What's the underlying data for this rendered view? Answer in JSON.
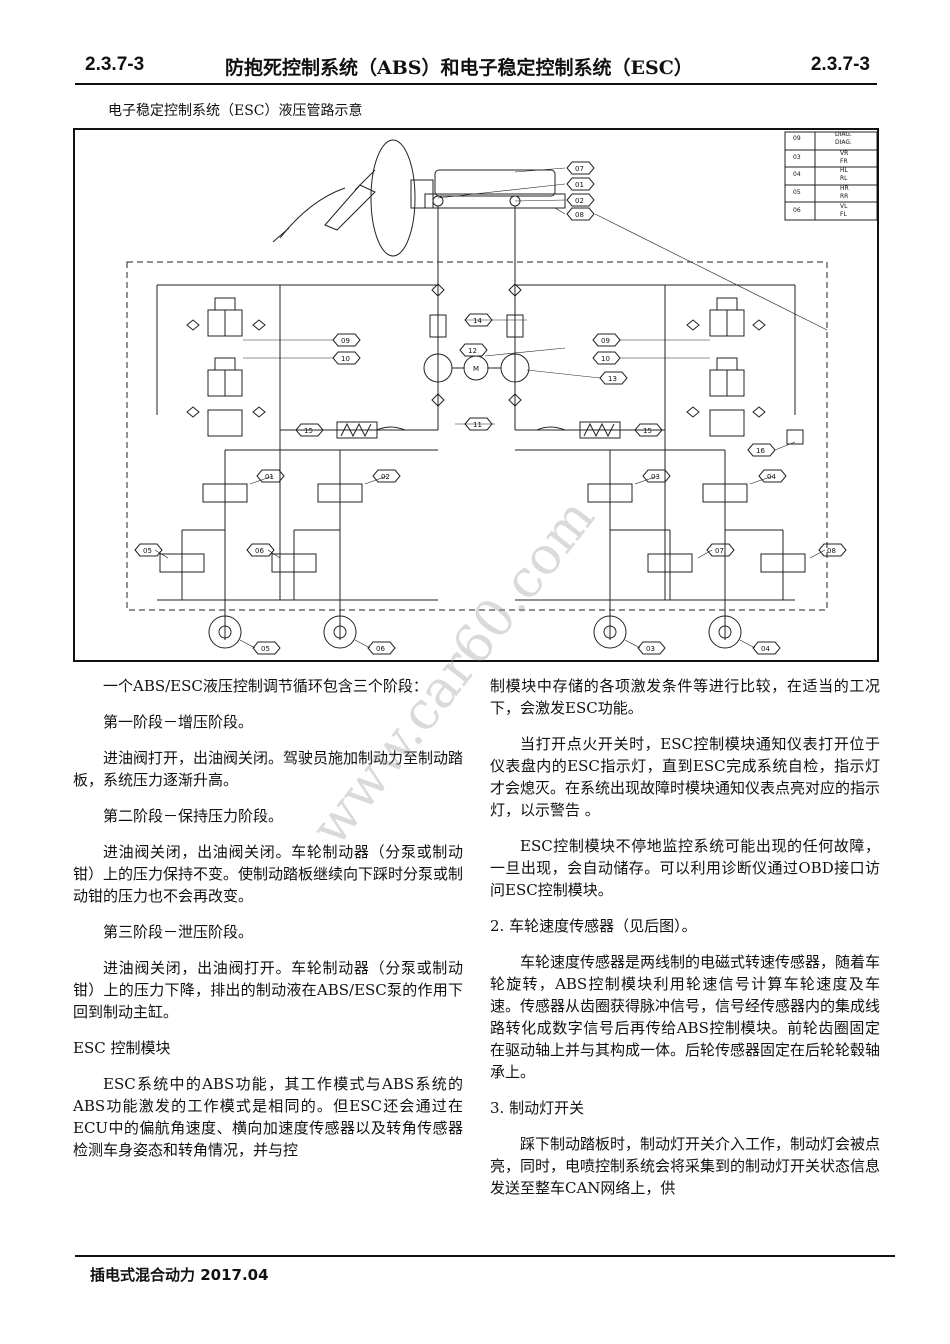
{
  "header": {
    "page_number_left": "2.3.7-3",
    "title": "防抱死控制系统（ABS）和电子稳定控制系统（ESC）",
    "page_number_right": "2.3.7-3"
  },
  "figure": {
    "caption": "电子稳定控制系统（ESC）液压管路示意",
    "legend": [
      {
        "code": "09",
        "text1": "DIAG.",
        "text2": "DIAG."
      },
      {
        "code": "03",
        "text1": "VR",
        "text2": "FR"
      },
      {
        "code": "04",
        "text1": "HL",
        "text2": "RL"
      },
      {
        "code": "05",
        "text1": "HR",
        "text2": "RR"
      },
      {
        "code": "06",
        "text1": "VL",
        "text2": "FL"
      }
    ],
    "callouts": {
      "c07": "07",
      "c01": "01",
      "c02": "02",
      "c08": "08",
      "c14": "14",
      "c12": "12",
      "c13": "13",
      "c11": "11",
      "c09l": "09",
      "c10l": "10",
      "c09r": "09",
      "c10r": "10",
      "c15l": "15",
      "c15r": "15",
      "c16": "16",
      "v01": "01",
      "v02": "02",
      "v03": "03",
      "v04": "04",
      "v05": "05",
      "v06": "06",
      "v07": "07",
      "v08": "08",
      "w05": "05",
      "w06": "06",
      "w03": "03",
      "w04": "04",
      "motor": "M"
    }
  },
  "left_column": {
    "p1": "一个ABS/ESC液压控制调节循环包含三个阶段：",
    "p2": "第一阶段－增压阶段。",
    "p3": "进油阀打开，出油阀关闭。驾驶员施加制动力至制动踏板，系统压力逐渐升高。",
    "p4": "第二阶段－保持压力阶段。",
    "p5": "进油阀关闭，出油阀关闭。车轮制动器（分泵或制动钳）上的压力保持不变。使制动踏板继续向下踩时分泵或制动钳的压力也不会再改变。",
    "p6": "第三阶段－泄压阶段。",
    "p7": "进油阀关闭，出油阀打开。车轮制动器（分泵或制动钳）上的压力下降，排出的制动液在ABS/ESC泵的作用下回到制动主缸。",
    "p8": "ESC 控制模块",
    "p9": "ESC系统中的ABS功能，其工作模式与ABS系统的ABS功能激发的工作模式是相同的。但ESC还会通过在ECU中的偏航角速度、横向加速度传感器以及转角传感器检测车身姿态和转角情况，并与控"
  },
  "right_column": {
    "p1": "制模块中存储的各项激发条件等进行比较，在适当的工况下，会激发ESC功能。",
    "p2": "当打开点火开关时，ESC控制模块通知仪表打开位于仪表盘内的ESC指示灯，直到ESC完成系统自检，指示灯才会熄灭。在系统出现故障时模块通知仪表点亮对应的指示灯，以示警告 。",
    "p3": "ESC控制模块不停地监控系统可能出现的任何故障，一旦出现，会自动储存。可以利用诊断仪通过OBD接口访问ESC控制模块。",
    "p4": "2. 车轮速度传感器（见后图）。",
    "p5": "车轮速度传感器是两线制的电磁式转速传感器，随着车轮旋转，ABS控制模块利用轮速信号计算车轮速度及车速。传感器从齿圈获得脉冲信号，信号经传感器内的集成线路转化成数字信号后再传给ABS控制模块。前轮齿圈固定在驱动轴上并与其构成一体。后轮传感器固定在后轮轮毂轴承上。",
    "p6": "3. 制动灯开关",
    "p7": "踩下制动踏板时，制动灯开关介入工作，制动灯会被点亮，同时，电喷控制系统会将采集到的制动灯开关状态信息发送至整车CAN网络上，供"
  },
  "watermark": "www.car60.com",
  "footer": {
    "text": "插电式混合动力 2017.04"
  }
}
